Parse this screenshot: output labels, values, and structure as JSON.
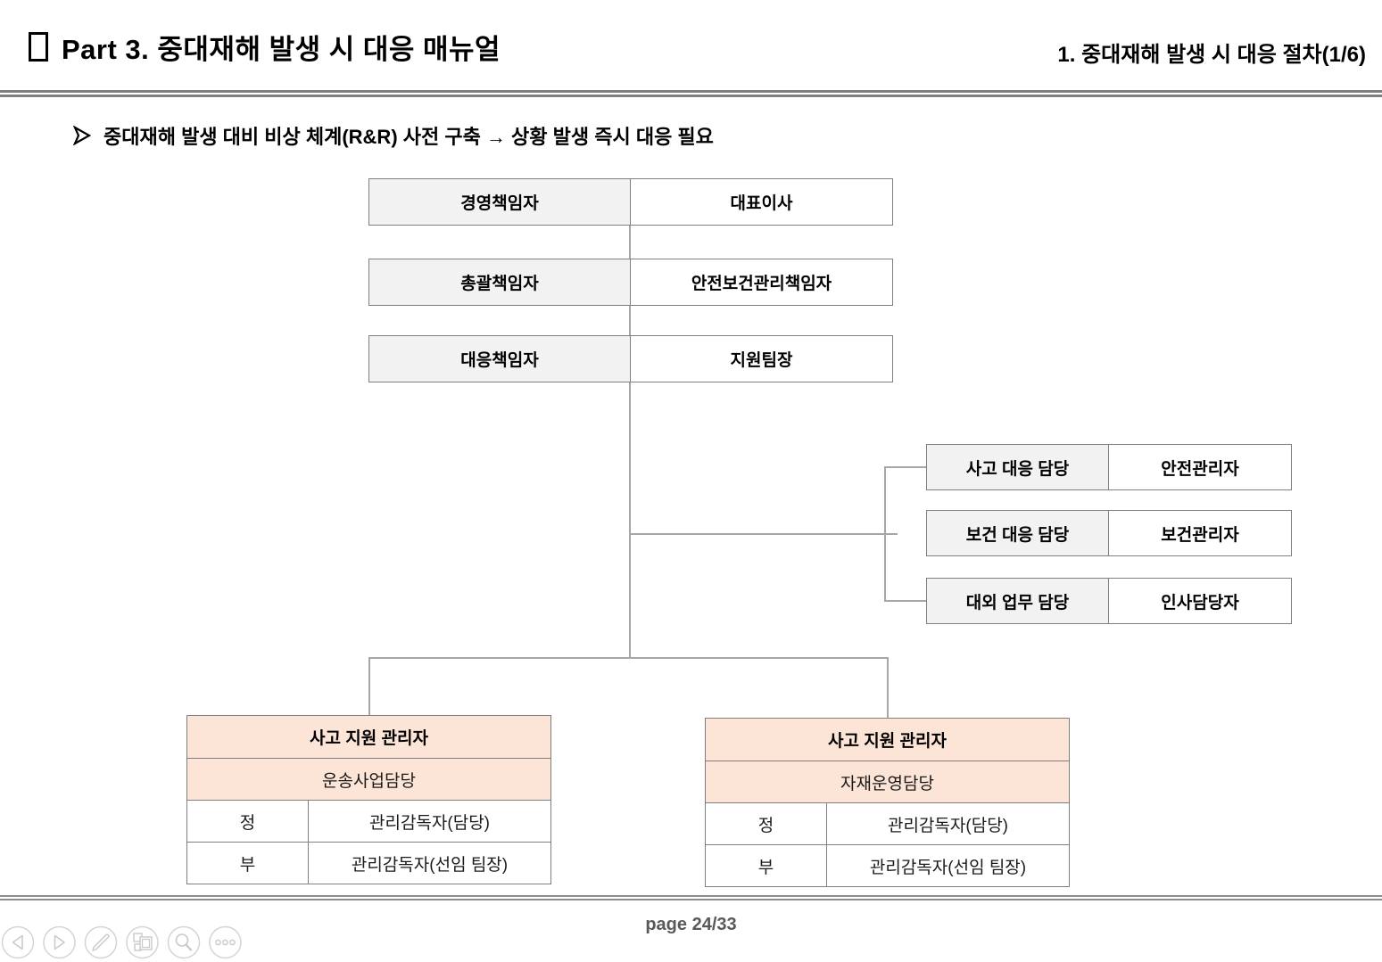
{
  "header": {
    "title_text": "Part 3. 중대재해 발생 시 대응 매뉴얼",
    "section_title": "1. 중대재해 발생 시 대응 절차(1/6)"
  },
  "bullet": {
    "marker_icon": "arrowhead-right",
    "text": "중대재해 발생 대비 비상 체계(R&R) 사전 구축 → 상황 발생 즉시 대응 필요"
  },
  "org_chart": {
    "levels": [
      {
        "role": "경영책임자",
        "person": "대표이사"
      },
      {
        "role": "총괄책임자",
        "person": "안전보건관리책임자"
      },
      {
        "role": "대응책임자",
        "person": "지원팀장"
      }
    ],
    "branches": [
      {
        "role": "사고 대응 담당",
        "person": "안전관리자"
      },
      {
        "role": "보건 대응 담당",
        "person": "보건관리자"
      },
      {
        "role": "대외 업무 담당",
        "person": "인사담당자"
      }
    ],
    "support_tables": [
      {
        "title": "사고 지원 관리자",
        "subtitle": "운송사업담당",
        "rows": [
          {
            "label": "정",
            "value": "관리감독자(담당)"
          },
          {
            "label": "부",
            "value": "관리감독자(선임 팀장)"
          }
        ]
      },
      {
        "title": "사고 지원 관리자",
        "subtitle": "자재운영담당",
        "rows": [
          {
            "label": "정",
            "value": "관리감독자(담당)"
          },
          {
            "label": "부",
            "value": "관리감독자(선임 팀장)"
          }
        ]
      }
    ]
  },
  "footer": {
    "page_label": "page 24/33"
  },
  "toolbar": {
    "icons": [
      "previous",
      "next",
      "pen",
      "slide-sorter",
      "zoom-search",
      "more"
    ]
  },
  "colors": {
    "cell_gray": "#f2f2f2",
    "cell_peach": "#fce4d6",
    "box_border": "#7f7f7f",
    "connector": "#a6a6a6",
    "rule": "#7f7f7f",
    "footer_text": "#595959",
    "toolbar_stroke": "#cccccc"
  }
}
